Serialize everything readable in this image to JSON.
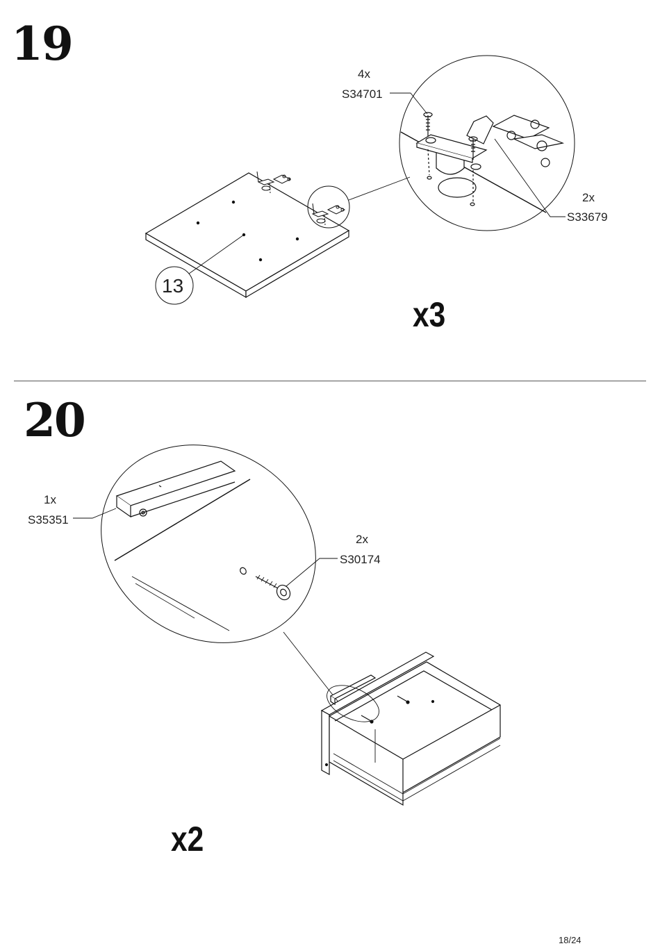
{
  "steps": [
    {
      "number": "19",
      "multiplier": "x3",
      "part_number": "13",
      "hardware": [
        {
          "qty": "4x",
          "code": "S34701"
        },
        {
          "qty": "2x",
          "code": "S33679"
        }
      ]
    },
    {
      "number": "20",
      "multiplier": "x2",
      "hardware": [
        {
          "qty": "1x",
          "code": "S35351"
        },
        {
          "qty": "2x",
          "code": "S30174"
        }
      ]
    }
  ],
  "page": "18/24"
}
